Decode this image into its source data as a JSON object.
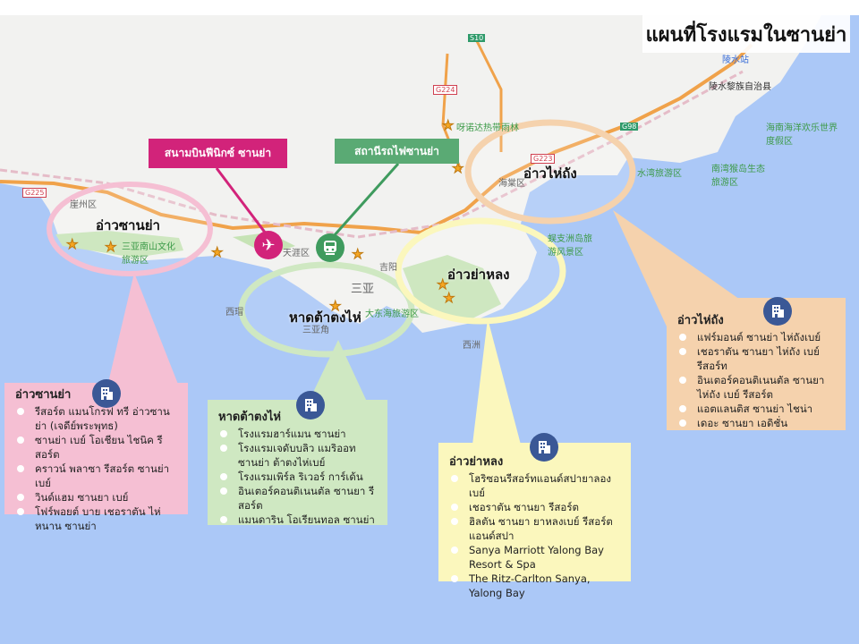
{
  "title": "แผนที่โรงแรมในซานย่า",
  "colors": {
    "sea": "#abc8f7",
    "land": "#f2f2f0",
    "pink": "#f5bfd3",
    "green": "#cfe8c2",
    "yellow": "#fbf7bd",
    "peach": "#f5d2ad",
    "building_icon": "#3a5896",
    "airport": "#d2237a",
    "train": "#3f9b5e"
  },
  "poi": {
    "airport": {
      "label": "สนามบินฟีนิกซ์ ซานย่า",
      "icon": "airplane-icon"
    },
    "train": {
      "label": "สถานีรถไฟซานย่า",
      "icon": "train-icon"
    }
  },
  "map_labels": {
    "lingshui_station": "陵水站",
    "lingshui_county": "陵水黎族自治县",
    "ocean_world": "海南海洋欢乐世界度假区",
    "monkey_island": "南湾猴岛生态旅游区",
    "shuiwan": "水湾旅游区",
    "yanoda": "呀诺达热带雨林",
    "haitang": "海棠区",
    "wuzhizhou": "蜈支洲岛旅游风景区",
    "yazhou": "崖州区",
    "nanshan": "三亚南山文化旅游区",
    "tianya": "天涯区",
    "jiyang": "吉阳",
    "sanya": "三亚",
    "dadonghai": "大东海旅游区",
    "sanyajiao": "三亚角",
    "xidao": "西瑁",
    "xizhou": "西洲",
    "g224": "G224",
    "s10": "S10",
    "g98": "G98",
    "g223": "G223",
    "g225": "G225"
  },
  "areas": {
    "sanya_bay": "อ่าวซานย่า",
    "dadonghai": "หาดต้าตงไห่",
    "yalong": "อ่าวย่าหลง",
    "haitang": "อ่าวไห่ถัง"
  },
  "boxes": {
    "sanya_bay": {
      "title": "อ่าวซานย่า",
      "items": [
        "รีสอร์ต แมนโกรฟ ทรี อ่าวซานย่า (เจดีย์พระพุทธ)",
        "ซานย่า เบย์ โอเชียน ไชนิค รีสอร์ต",
        "คราวน์ พลาซา รีสอร์ต ซานย่า เบย์",
        "วินด์แฮม ซานยา เบย์",
        "โฟร์พอยต์ บาย เชอราตัน ไห่หนาน ซานย่า"
      ]
    },
    "dadonghai": {
      "title": "หาดต้าตงไห่",
      "items": [
        "โรงแรมฮาร์แมน ซานย่า",
        "โรงแรมเจดับบลิว แมริออท ซานย่า ต้าตงไห่เบย์",
        "โรงแรมเพิร์ล ริเวอร์ การ์เด้น",
        "อินเตอร์คอนติเนนตัล ซานยา รีสอร์ต",
        "แมนดาริน โอเรียนทอล ซานย่า"
      ]
    },
    "yalong": {
      "title": "อ่าวย่าหลง",
      "items": [
        "โฮริซอนรีสอร์ทแอนด์สปายาลองเบย์",
        "เชอราตัน ซานยา รีสอร์ต",
        "ฮิลตัน ซานยา ยาหลงเบย์ รีสอร์ตแอนด์สปา",
        "Sanya Marriott Yalong Bay Resort & Spa",
        "The Ritz-Carlton Sanya, Yalong Bay"
      ]
    },
    "haitang": {
      "title": "อ่าวไห่ถัง",
      "items": [
        "แฟร์มอนต์ ซานย่า ไห่ถังเบย์",
        "เชอราตัน ซานยา ไห่ถัง เบย์ รีสอร์ท",
        "อินเตอร์คอนติเนนตัล ซานยา ไห่ถัง เบย์ รีสอร์ต",
        "แอตแลนติส ซานย่า ไชน่า",
        "เดอะ ซานยา เอดิชั่น"
      ]
    }
  }
}
